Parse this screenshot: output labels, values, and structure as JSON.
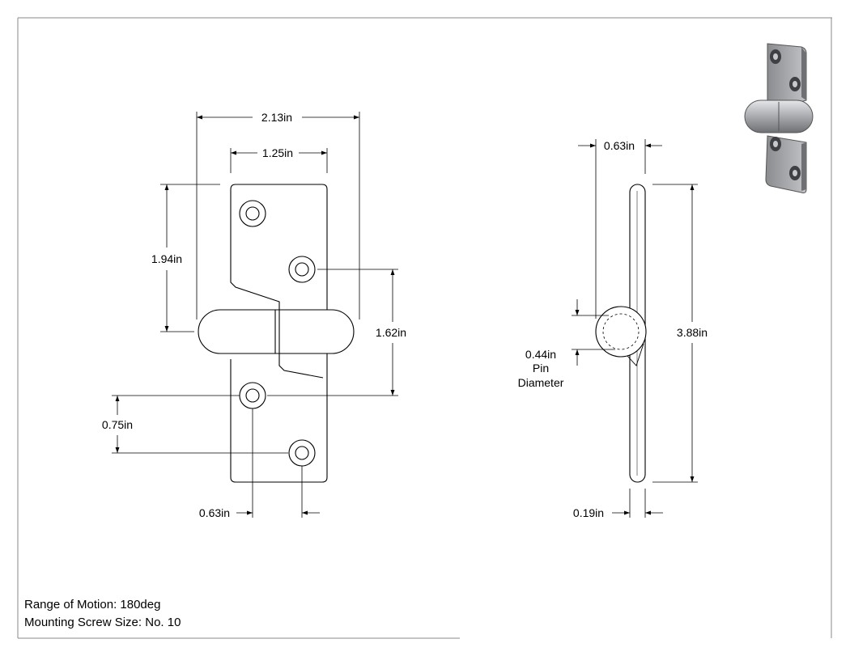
{
  "front_view": {
    "overall_width": "2.13in",
    "plate_width": "1.25in",
    "upper_hole_offset": "1.94in",
    "pin_to_lower_hole": "1.62in",
    "hole_vertical_spacing": "0.75in",
    "hole_horizontal_spacing": "0.63in"
  },
  "side_view": {
    "knuckle_depth": "0.63in",
    "overall_height": "3.88in",
    "pin_diameter_value": "0.44in",
    "pin_diameter_label_1": "Pin",
    "pin_diameter_label_2": "Diameter",
    "plate_thickness": "0.19in"
  },
  "notes": {
    "range_of_motion": "Range of Motion: 180deg",
    "mounting_screw": "Mounting Screw Size: No. 10"
  },
  "colors": {
    "line": "#000000",
    "border": "#8a8a8a",
    "hinge_metal": "#a9aaad",
    "hinge_shadow": "#6f7074"
  }
}
